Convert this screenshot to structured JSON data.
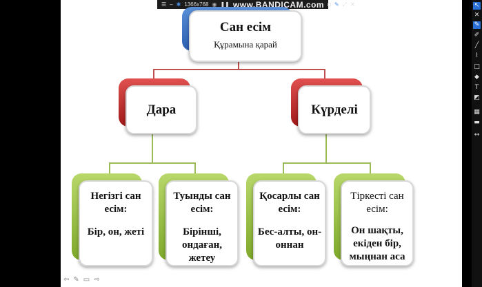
{
  "recorder": {
    "resolution": "1366x768",
    "brand": "www.BANDICAM.com"
  },
  "diagram": {
    "root": {
      "title": "Сан есім",
      "subtitle": "Құрамына қарай"
    },
    "left": {
      "title": "Дара"
    },
    "right": {
      "title": "Күрделі"
    },
    "leaves": [
      {
        "head": "Негізгі сан есім:",
        "body": "Бір, он, жеті"
      },
      {
        "head": "Туынды сан есім:",
        "body": "Бірінші, ондаған, жетеу"
      },
      {
        "head": "Қосарлы сан есім:",
        "body": "Бес-алты, он-оннан"
      },
      {
        "head": "Тіркесті сан есім:",
        "body": "Он шақты, екіден бір, мыңнан аса"
      }
    ]
  },
  "toolbar_icons": [
    "pointer-icon",
    "pen-icon",
    "marker-icon",
    "line-icon",
    "brush-icon",
    "rectangle-icon",
    "fill-icon",
    "text-icon",
    "eraser-icon",
    "clear-icon",
    "width-icon",
    "move-icon"
  ],
  "bottom_icons": [
    "arrow-icon",
    "pen-icon",
    "rectangle-icon",
    "forward-icon"
  ]
}
